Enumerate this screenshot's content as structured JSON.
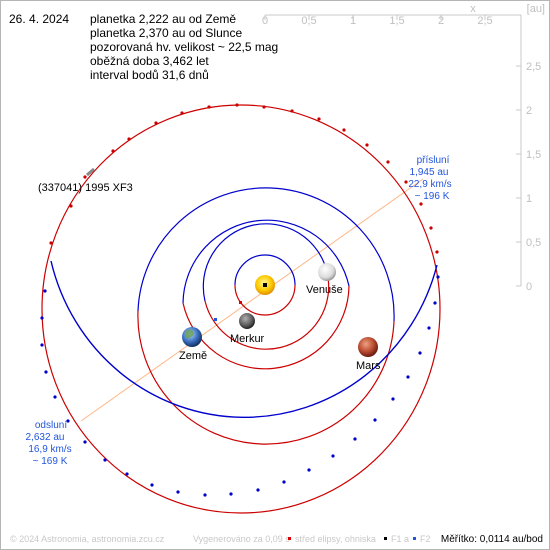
{
  "header": {
    "date": "26. 4. 2024",
    "info": [
      "planetka 2,222 au od Země",
      "planetka 2,370 au od Slunce",
      "pozorovaná hv. velikost ~ 22,5 mag",
      "oběžná doba 3,462 let",
      "interval bodů 31,6 dnů"
    ]
  },
  "axes": {
    "x_ticks": [
      "0",
      "0,5",
      "1",
      "1,5",
      "2",
      "2,5"
    ],
    "x_label": "x",
    "unit": "[au]",
    "y_ticks": [
      "2,5",
      "2",
      "1,5",
      "1",
      "0,5",
      "0"
    ]
  },
  "asteroid": {
    "name": "(337041) 1995 XF3"
  },
  "planets": {
    "venus": "Venuše",
    "mercury": "Merkur",
    "earth": "Země",
    "mars": "Mars"
  },
  "perihelion": {
    "title": "přísluní",
    "dist": "1,945 au",
    "speed": "22,9 km/s",
    "temp": "~ 196 K"
  },
  "aphelion": {
    "title": "odsluní",
    "dist": "2,632 au",
    "speed": "16,9 km/s",
    "temp": "~ 169 K"
  },
  "footer": {
    "copyright": "© 2024 Astronomia, astronomia.zcu.cz",
    "generated": "Vygenerováno za 0,09 s",
    "center_legend": "střed elipsy, ohniska",
    "f1": "F1 a",
    "f2": "F2",
    "scale": "Měřítko: 0,0114 au/bod"
  },
  "colors": {
    "sun": "#ffcc00",
    "orbit_blue": "#0000cc",
    "orbit_red": "#cc0000",
    "label_blue": "#2255dd",
    "axis_gray": "#c8c8c8",
    "apsis_line": "#ffb888"
  }
}
